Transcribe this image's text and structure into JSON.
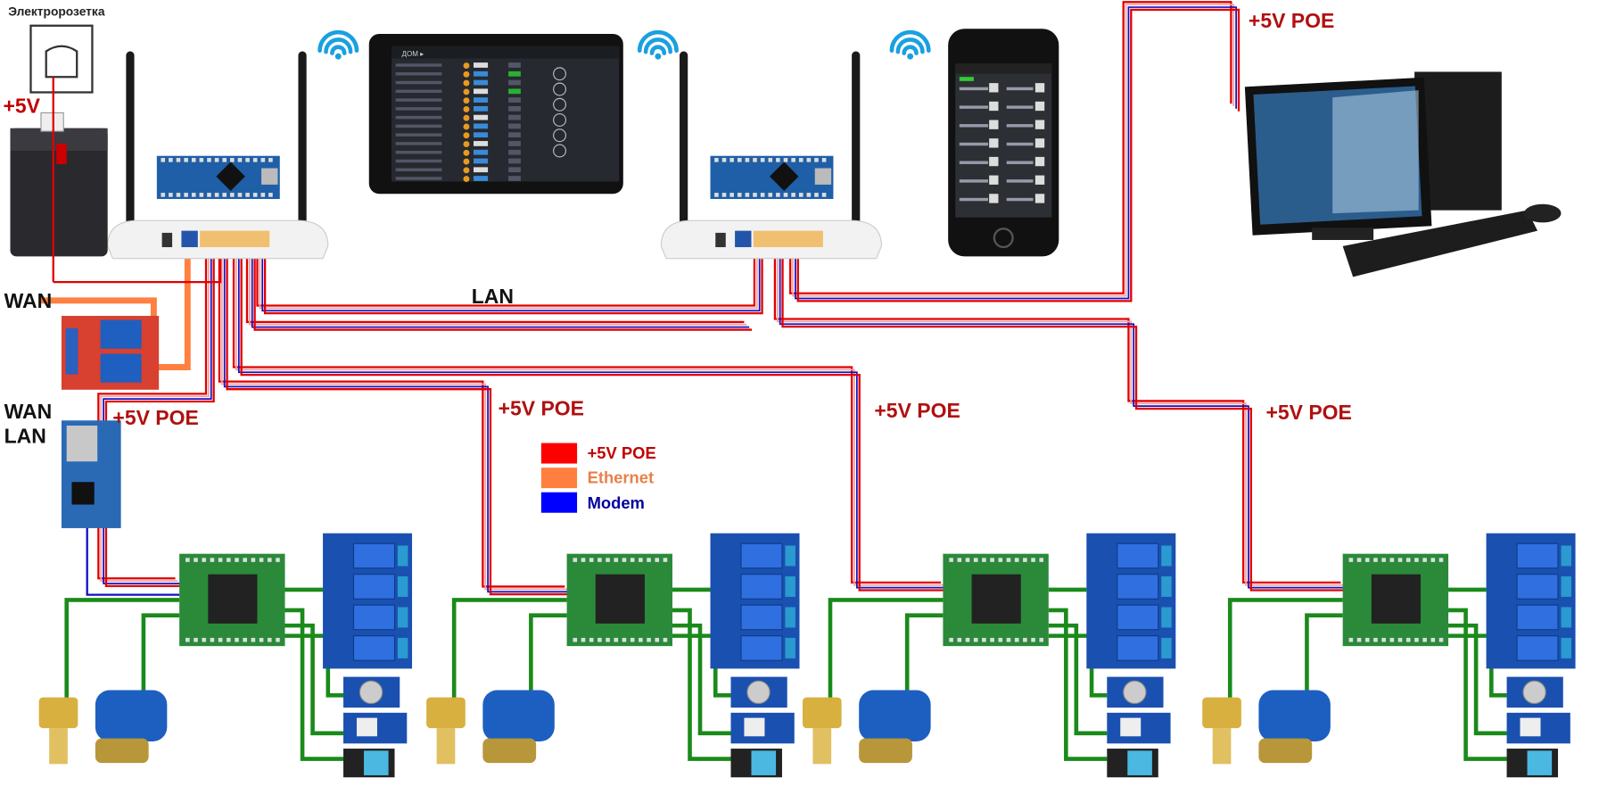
{
  "labels": {
    "socket": "Электророзетка",
    "battery_voltage": "+5V",
    "wan": "WAN",
    "wan_lan_1": "WAN",
    "wan_lan_2": "LAN",
    "lan": "LAN",
    "poe_1": "+5V  POE",
    "poe_2": "+5V  POE",
    "poe_3": "+5V  POE",
    "poe_4": "+5V  POE",
    "poe_pc": "+5V  POE"
  },
  "legend": [
    {
      "label": "+5V POE",
      "color": "#ff0000",
      "text_color": "#c00000"
    },
    {
      "label": "Ethernet",
      "color": "#ff7f40",
      "text_color": "#e8804a"
    },
    {
      "label": "Modem",
      "color": "#0000ff",
      "text_color": "#0000a0"
    }
  ],
  "colors": {
    "poe": "#e00000",
    "ethernet": "#ff8040",
    "modem": "#1010c0",
    "signal_wire": "#1a8a1a",
    "wifi": "#1aa0e0",
    "label_red": "#b01010"
  },
  "tablet": {
    "header": "ДОМ ▸"
  },
  "icons": [
    "power-socket",
    "battery",
    "wifi",
    "router",
    "arduino-nano",
    "tablet",
    "smartphone",
    "desktop-pc",
    "relay-module",
    "microcontroller-board",
    "gas-sensor",
    "current-sensor",
    "humidity-sensor",
    "water-valve",
    "temperature-sensor"
  ]
}
